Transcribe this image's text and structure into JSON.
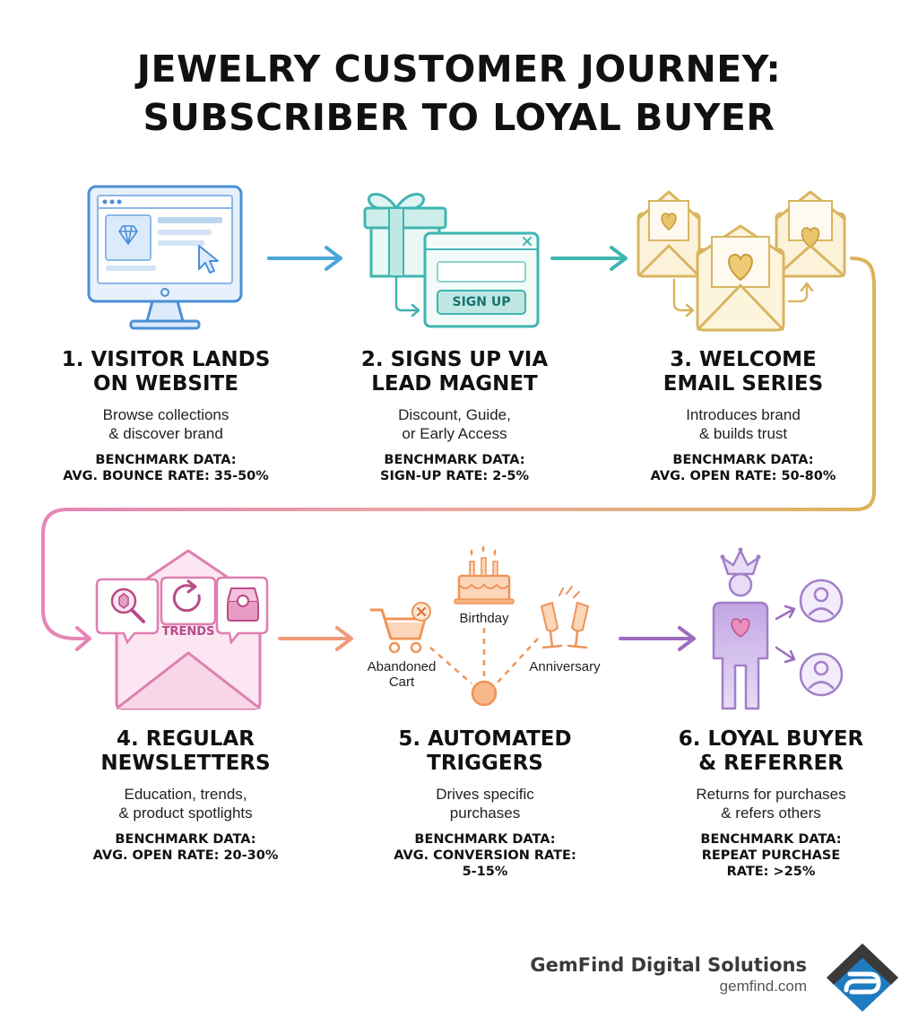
{
  "title": {
    "line1": "JEWELRY CUSTOMER JOURNEY:",
    "line2": "SUBSCRIBER TO LOYAL BUYER"
  },
  "steps": [
    {
      "heading": [
        "1. VISITOR LANDS",
        "ON WEBSITE"
      ],
      "description": [
        "Browse collections",
        "& discover brand"
      ],
      "benchmark": [
        "BENCHMARK DATA:",
        "AVG. BOUNCE RATE: 35-50%"
      ]
    },
    {
      "heading": [
        "2. SIGNS UP VIA",
        "LEAD MAGNET"
      ],
      "description": [
        "Discount, Guide,",
        "or Early Access"
      ],
      "benchmark": [
        "BENCHMARK DATA:",
        "SIGN-UP RATE: 2-5%"
      ]
    },
    {
      "heading": [
        "3. WELCOME",
        "EMAIL SERIES"
      ],
      "description": [
        "Introduces brand",
        "& builds trust"
      ],
      "benchmark": [
        "BENCHMARK DATA:",
        "AVG. OPEN RATE: 50-80%"
      ]
    },
    {
      "heading": [
        "4. REGULAR",
        "NEWSLETTERS"
      ],
      "description": [
        "Education, trends,",
        "& product spotlights"
      ],
      "benchmark": [
        "BENCHMARK DATA:",
        "AVG. OPEN RATE: 20-30%"
      ]
    },
    {
      "heading": [
        "5. AUTOMATED",
        "TRIGGERS"
      ],
      "description": [
        "Drives specific",
        "purchases"
      ],
      "benchmark": [
        "BENCHMARK DATA:",
        "AVG. CONVERSION RATE:",
        "5-15%"
      ]
    },
    {
      "heading": [
        "6. LOYAL BUYER",
        "& REFERRER"
      ],
      "description": [
        "Returns for purchases",
        "& refers others"
      ],
      "benchmark": [
        "BENCHMARK DATA:",
        "REPEAT PURCHASE",
        "RATE: >25%"
      ]
    }
  ],
  "icon_labels": {
    "signup_button": "SIGN UP",
    "trends": "TRENDS",
    "birthday": "Birthday",
    "abandoned_cart": [
      "Abandoned",
      "Cart"
    ],
    "anniversary": "Anniversary"
  },
  "brand": {
    "name": "GemFind Digital Solutions",
    "url": "gemfind.com"
  },
  "colors": {
    "blue": "#4a8fd6",
    "teal": "#3fb5b0",
    "gold": "#d9b560",
    "pink": "#de7fb0",
    "orange": "#ef9459",
    "purple": "#a27fc8",
    "logo_blue": "#1f7bc0",
    "logo_dark": "#3a3a3a"
  }
}
